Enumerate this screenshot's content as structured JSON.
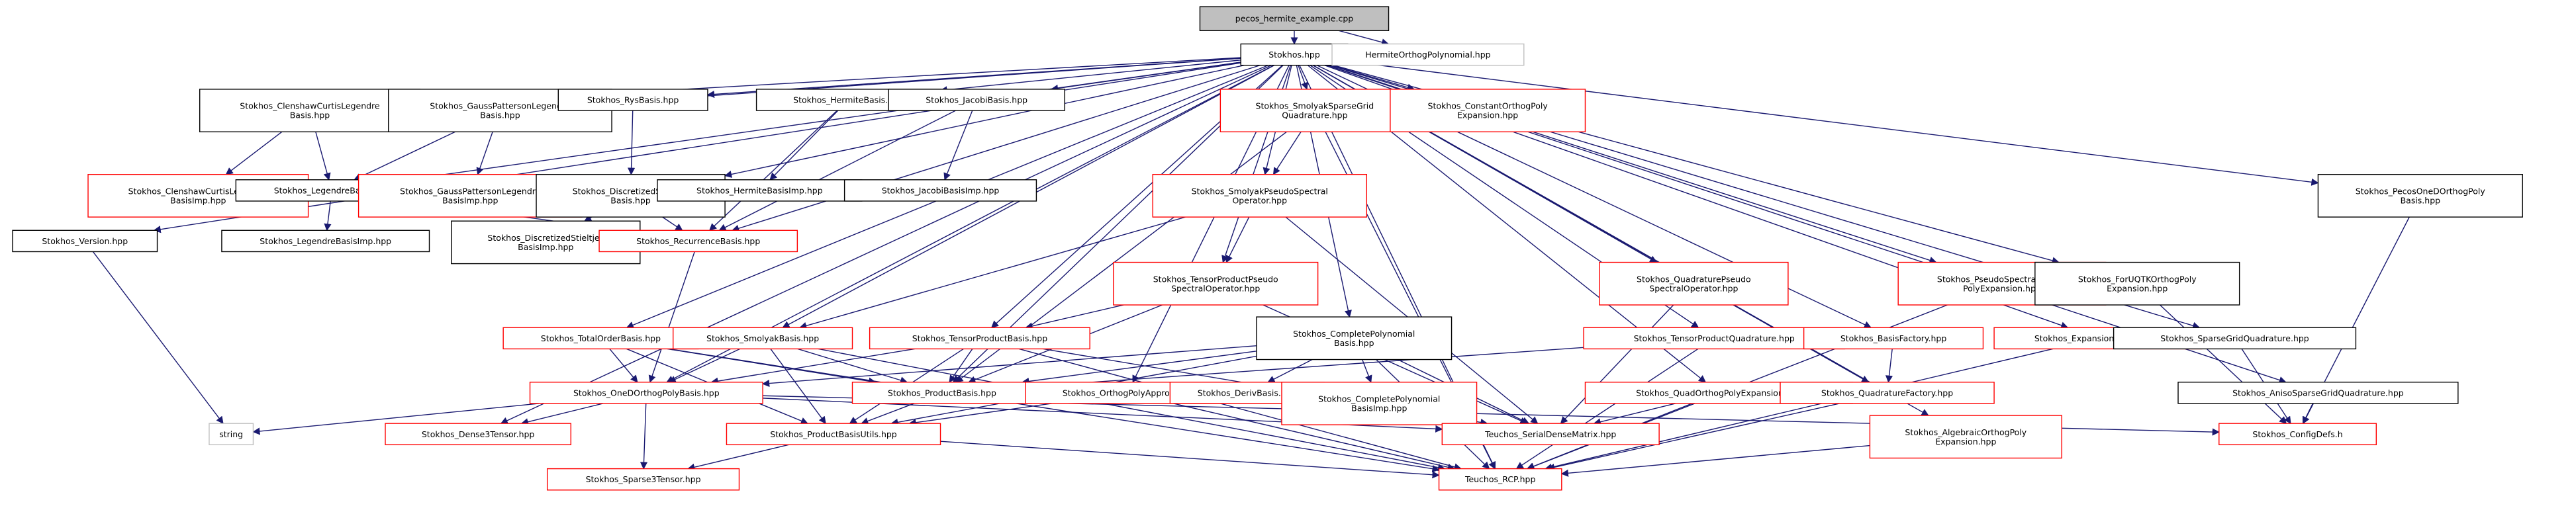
{
  "colors": {
    "root_fill": "#bfbfbf",
    "box_stroke_black": "#000000",
    "box_stroke_red": "#ff0000",
    "box_stroke_grey": "#bfbfbf",
    "edge": "#191970",
    "text": "#000000"
  },
  "nodes": [
    {
      "id": "pecos",
      "label": "pecos_hermite_example.cpp",
      "style": "root"
    },
    {
      "id": "stokhos",
      "label": "Stokhos.hpp",
      "style": "black"
    },
    {
      "id": "hermiteorthog",
      "label": "HermiteOrthogPolynomial.hpp",
      "style": "grey"
    },
    {
      "id": "version",
      "label": "Stokhos_Version.hpp",
      "style": "black"
    },
    {
      "id": "clenshaw",
      "label": "Stokhos_ClenshawCurtisLegendre\nBasis.hpp",
      "style": "black"
    },
    {
      "id": "gausspatterson",
      "label": "Stokhos_GaussPattersonLegendre\nBasis.hpp",
      "style": "black"
    },
    {
      "id": "rysbasis",
      "label": "Stokhos_RysBasis.hpp",
      "style": "black"
    },
    {
      "id": "hermitebasis",
      "label": "Stokhos_HermiteBasis.hpp",
      "style": "black"
    },
    {
      "id": "jacobibasis",
      "label": "Stokhos_JacobiBasis.hpp",
      "style": "black"
    },
    {
      "id": "smolyaksparse",
      "label": "Stokhos_SmolyakSparseGrid\nQuadrature.hpp",
      "style": "red"
    },
    {
      "id": "constantorthog",
      "label": "Stokhos_ConstantOrthogPoly\nExpansion.hpp",
      "style": "red"
    },
    {
      "id": "clenshawimp",
      "label": "Stokhos_ClenshawCurtisLegendre\nBasisImp.hpp",
      "style": "red"
    },
    {
      "id": "legendre",
      "label": "Stokhos_LegendreBasis.hpp",
      "style": "black"
    },
    {
      "id": "gausspattersonimp",
      "label": "Stokhos_GaussPattersonLegendre\nBasisImp.hpp",
      "style": "red"
    },
    {
      "id": "discretized",
      "label": "Stokhos_DiscretizedStieltjes\nBasis.hpp",
      "style": "black"
    },
    {
      "id": "hermiteimp",
      "label": "Stokhos_HermiteBasisImp.hpp",
      "style": "black"
    },
    {
      "id": "jacobiimp",
      "label": "Stokhos_JacobiBasisImp.hpp",
      "style": "black"
    },
    {
      "id": "smolyakpseudo",
      "label": "Stokhos_SmolyakPseudoSpectral\nOperator.hpp",
      "style": "red"
    },
    {
      "id": "legendreimp",
      "label": "Stokhos_LegendreBasisImp.hpp",
      "style": "black"
    },
    {
      "id": "discretizedimp",
      "label": "Stokhos_DiscretizedStieltjes\nBasisImp.hpp",
      "style": "black"
    },
    {
      "id": "recurrence",
      "label": "Stokhos_RecurrenceBasis.hpp",
      "style": "red"
    },
    {
      "id": "tensorpseudo",
      "label": "Stokhos_TensorProductPseudo\nSpectralOperator.hpp",
      "style": "red"
    },
    {
      "id": "quadpseudo",
      "label": "Stokhos_QuadraturePseudo\nSpectralOperator.hpp",
      "style": "red"
    },
    {
      "id": "pseudospectral",
      "label": "Stokhos_PseudoSpectralOrthog\nPolyExpansion.hpp",
      "style": "red"
    },
    {
      "id": "forujtk",
      "label": "Stokhos_ForUQTKOrthogPoly\nExpansion.hpp",
      "style": "black"
    },
    {
      "id": "pecosone",
      "label": "Stokhos_PecosOneDOrthogPoly\nBasis.hpp",
      "style": "black"
    },
    {
      "id": "totalorder",
      "label": "Stokhos_TotalOrderBasis.hpp",
      "style": "red"
    },
    {
      "id": "smolyakbasis",
      "label": "Stokhos_SmolyakBasis.hpp",
      "style": "red"
    },
    {
      "id": "tensorbasis",
      "label": "Stokhos_TensorProductBasis.hpp",
      "style": "red"
    },
    {
      "id": "completepoly",
      "label": "Stokhos_CompletePolynomial\nBasis.hpp",
      "style": "black"
    },
    {
      "id": "tensorquad",
      "label": "Stokhos_TensorProductQuadrature.hpp",
      "style": "red"
    },
    {
      "id": "basisfactory",
      "label": "Stokhos_BasisFactory.hpp",
      "style": "red"
    },
    {
      "id": "expansionfactory",
      "label": "Stokhos_ExpansionFactory.hpp",
      "style": "red"
    },
    {
      "id": "sparsegridquad",
      "label": "Stokhos_SparseGridQuadrature.hpp",
      "style": "black"
    },
    {
      "id": "oned",
      "label": "Stokhos_OneDOrthogPolyBasis.hpp",
      "style": "red"
    },
    {
      "id": "productbasis",
      "label": "Stokhos_ProductBasis.hpp",
      "style": "red"
    },
    {
      "id": "orthogapprox",
      "label": "Stokhos_OrthogPolyApprox.hpp",
      "style": "red"
    },
    {
      "id": "derivbasis",
      "label": "Stokhos_DerivBasis.hpp",
      "style": "red"
    },
    {
      "id": "completepolyimp",
      "label": "Stokhos_CompletePolynomial\nBasisImp.hpp",
      "style": "red"
    },
    {
      "id": "quadorthog",
      "label": "Stokhos_QuadOrthogPolyExpansion.hpp",
      "style": "red"
    },
    {
      "id": "quadfactory",
      "label": "Stokhos_QuadratureFactory.hpp",
      "style": "red"
    },
    {
      "id": "anisosparse",
      "label": "Stokhos_AnisoSparseGridQuadrature.hpp",
      "style": "black"
    },
    {
      "id": "string",
      "label": "string",
      "style": "grey"
    },
    {
      "id": "dense3",
      "label": "Stokhos_Dense3Tensor.hpp",
      "style": "red"
    },
    {
      "id": "productutils",
      "label": "Stokhos_ProductBasisUtils.hpp",
      "style": "red"
    },
    {
      "id": "serialdense",
      "label": "Teuchos_SerialDenseMatrix.hpp",
      "style": "red"
    },
    {
      "id": "algebraic",
      "label": "Stokhos_AlgebraicOrthogPoly\nExpansion.hpp",
      "style": "red"
    },
    {
      "id": "configdefs",
      "label": "Stokhos_ConfigDefs.h",
      "style": "red"
    },
    {
      "id": "sparse3",
      "label": "Stokhos_Sparse3Tensor.hpp",
      "style": "red"
    },
    {
      "id": "rcp",
      "label": "Teuchos_RCP.hpp",
      "style": "red"
    }
  ],
  "edges": [
    [
      "pecos",
      "stokhos"
    ],
    [
      "pecos",
      "hermiteorthog"
    ],
    [
      "stokhos",
      "version"
    ],
    [
      "stokhos",
      "clenshaw"
    ],
    [
      "stokhos",
      "gausspatterson"
    ],
    [
      "stokhos",
      "rysbasis"
    ],
    [
      "stokhos",
      "hermitebasis"
    ],
    [
      "stokhos",
      "jacobibasis"
    ],
    [
      "stokhos",
      "smolyaksparse"
    ],
    [
      "stokhos",
      "constantorthog"
    ],
    [
      "stokhos",
      "legendre"
    ],
    [
      "stokhos",
      "discretized"
    ],
    [
      "stokhos",
      "smolyakpseudo"
    ],
    [
      "stokhos",
      "recurrence"
    ],
    [
      "stokhos",
      "tensorpseudo"
    ],
    [
      "stokhos",
      "quadpseudo"
    ],
    [
      "stokhos",
      "pseudospectral"
    ],
    [
      "stokhos",
      "forujtk"
    ],
    [
      "stokhos",
      "pecosone"
    ],
    [
      "stokhos",
      "totalorder"
    ],
    [
      "stokhos",
      "smolyakbasis"
    ],
    [
      "stokhos",
      "tensorbasis"
    ],
    [
      "stokhos",
      "completepoly"
    ],
    [
      "stokhos",
      "tensorquad"
    ],
    [
      "stokhos",
      "basisfactory"
    ],
    [
      "stokhos",
      "expansionfactory"
    ],
    [
      "stokhos",
      "sparsegridquad"
    ],
    [
      "stokhos",
      "oned"
    ],
    [
      "stokhos",
      "productbasis"
    ],
    [
      "stokhos",
      "orthogapprox"
    ],
    [
      "stokhos",
      "quadorthog"
    ],
    [
      "stokhos",
      "quadfactory"
    ],
    [
      "stokhos",
      "anisosparse"
    ],
    [
      "stokhos",
      "dense3"
    ],
    [
      "stokhos",
      "algebraic"
    ],
    [
      "stokhos",
      "rcp"
    ],
    [
      "version",
      "string"
    ],
    [
      "clenshaw",
      "clenshawimp"
    ],
    [
      "clenshaw",
      "legendre"
    ],
    [
      "gausspatterson",
      "gausspattersonimp"
    ],
    [
      "gausspatterson",
      "legendre"
    ],
    [
      "rysbasis",
      "discretized"
    ],
    [
      "hermitebasis",
      "hermiteimp"
    ],
    [
      "hermitebasis",
      "recurrence"
    ],
    [
      "jacobibasis",
      "jacobiimp"
    ],
    [
      "jacobibasis",
      "recurrence"
    ],
    [
      "legendre",
      "legendreimp"
    ],
    [
      "legendre",
      "recurrence"
    ],
    [
      "discretized",
      "discretizedimp"
    ],
    [
      "discretized",
      "recurrence"
    ],
    [
      "recurrence",
      "oned"
    ],
    [
      "smolyaksparse",
      "smolyakpseudo"
    ],
    [
      "smolyaksparse",
      "productbasis"
    ],
    [
      "smolyaksparse",
      "rcp"
    ],
    [
      "smolyakpseudo",
      "tensorpseudo"
    ],
    [
      "smolyakpseudo",
      "smolyakbasis"
    ],
    [
      "smolyakpseudo",
      "serialdense"
    ],
    [
      "tensorpseudo",
      "tensorbasis"
    ],
    [
      "tensorpseudo",
      "productbasis"
    ],
    [
      "tensorpseudo",
      "serialdense"
    ],
    [
      "quadpseudo",
      "serialdense"
    ],
    [
      "pseudospectral",
      "rcp"
    ],
    [
      "forujtk",
      "configdefs"
    ],
    [
      "pecosone",
      "configdefs"
    ],
    [
      "totalorder",
      "oned"
    ],
    [
      "totalorder",
      "productbasis"
    ],
    [
      "totalorder",
      "productutils"
    ],
    [
      "totalorder",
      "rcp"
    ],
    [
      "smolyakbasis",
      "oned"
    ],
    [
      "smolyakbasis",
      "productbasis"
    ],
    [
      "smolyakbasis",
      "productutils"
    ],
    [
      "smolyakbasis",
      "rcp"
    ],
    [
      "tensorbasis",
      "oned"
    ],
    [
      "tensorbasis",
      "productbasis"
    ],
    [
      "tensorbasis",
      "productutils"
    ],
    [
      "tensorbasis",
      "rcp"
    ],
    [
      "tensorbasis",
      "serialdense"
    ],
    [
      "completepoly",
      "oned"
    ],
    [
      "completepoly",
      "productbasis"
    ],
    [
      "completepoly",
      "derivbasis"
    ],
    [
      "completepoly",
      "completepolyimp"
    ],
    [
      "completepoly",
      "productutils"
    ],
    [
      "completepoly",
      "serialdense"
    ],
    [
      "completepoly",
      "rcp"
    ],
    [
      "tensorquad",
      "productbasis"
    ],
    [
      "tensorquad",
      "rcp"
    ],
    [
      "basisfactory",
      "quadfactory"
    ],
    [
      "expansionfactory",
      "rcp"
    ],
    [
      "sparsegridquad",
      "configdefs"
    ],
    [
      "anisosparse",
      "configdefs"
    ],
    [
      "oned",
      "string"
    ],
    [
      "oned",
      "dense3"
    ],
    [
      "oned",
      "sparse3"
    ],
    [
      "oned",
      "serialdense"
    ],
    [
      "oned",
      "configdefs"
    ],
    [
      "productbasis",
      "productutils"
    ],
    [
      "orthogapprox",
      "productutils"
    ],
    [
      "orthogapprox",
      "rcp"
    ],
    [
      "quadorthog",
      "serialdense"
    ],
    [
      "quadorthog",
      "rcp"
    ],
    [
      "quadfactory",
      "rcp"
    ],
    [
      "algebraic",
      "rcp"
    ],
    [
      "productutils",
      "sparse3"
    ],
    [
      "productutils",
      "rcp"
    ]
  ]
}
